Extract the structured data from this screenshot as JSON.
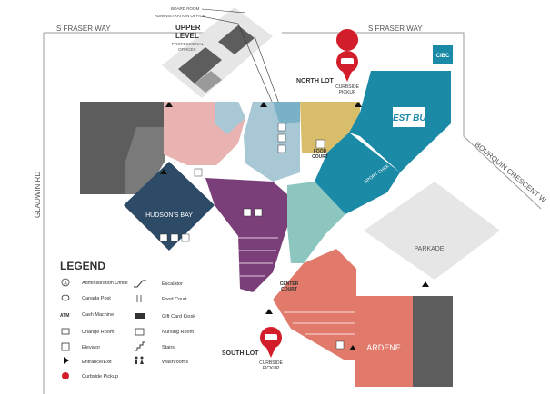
{
  "roads": {
    "top_left": "S FRASER WAY",
    "top_right": "S FRASER WAY",
    "left": "GLADWIN RD",
    "right": "BOURQUIN CRESCENT W"
  },
  "upper_level": {
    "board_room": "BOARD ROOM",
    "admin_office": "ADMINISTRATION OFFICE",
    "title_line1": "UPPER",
    "title_line2": "LEVEL",
    "sub_line1": "PROFESSIONAL",
    "sub_line2": "OFFICES"
  },
  "lots": {
    "north": "NORTH LOT",
    "south": "SOUTH LOT",
    "curbside_line1": "CURBSIDE",
    "curbside_line2": "PICKUP"
  },
  "anchors": {
    "hudsons_bay": "HUDSON'S BAY",
    "best_buy": "BEST BUY",
    "sport_chek": "SPORT CHEK",
    "parkade": "PARKADE",
    "ardene": "ARDENE",
    "cibc": "CIBC"
  },
  "labels": {
    "food_court_line1": "FOOD",
    "food_court_line2": "COURT",
    "center_court_line1": "CENTER",
    "center_court_line2": "COURT"
  },
  "legend": {
    "title": "LEGEND",
    "items_left": [
      {
        "icon": "admin-office-icon",
        "label": "Administration Office"
      },
      {
        "icon": "canada-post-icon",
        "label": "Canada Post"
      },
      {
        "icon": "atm-icon",
        "label": "Cash Machine"
      },
      {
        "icon": "change-room-icon",
        "label": "Change Room"
      },
      {
        "icon": "elevator-icon",
        "label": "Elevator"
      },
      {
        "icon": "entrance-icon",
        "label": "Entrance/Exit"
      },
      {
        "icon": "curbside-icon",
        "label": "Curbside Pickup"
      }
    ],
    "items_right": [
      {
        "icon": "escalator-icon",
        "label": "Escalator"
      },
      {
        "icon": "food-court-icon",
        "label": "Food Court"
      },
      {
        "icon": "gift-card-icon",
        "label": "Gift Card Kiosk"
      },
      {
        "icon": "nursing-room-icon",
        "label": "Nursing Room"
      },
      {
        "icon": "stairs-icon",
        "label": "Stairs"
      },
      {
        "icon": "washrooms-icon",
        "label": "Washrooms"
      }
    ],
    "atm_text": "ATM"
  },
  "colors": {
    "pink": "#e8b3b0",
    "light_blue": "#a8c8d6",
    "gold": "#d8bd6a",
    "teal": "#1a8aa6",
    "teal_light": "#8cc6bf",
    "purple": "#7a3f79",
    "navy": "#2d4a66",
    "salmon": "#e27a6c",
    "dark_gray": "#5d5d5d",
    "light_gray": "#e6e6e6",
    "red_pin": "#d11e2a"
  }
}
